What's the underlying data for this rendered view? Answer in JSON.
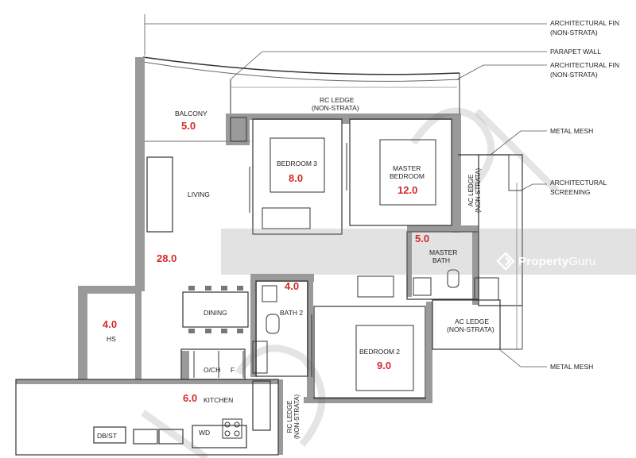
{
  "rooms": {
    "balcony": {
      "label": "BALCONY",
      "area": "5.0"
    },
    "bedroom3": {
      "label": "BEDROOM 3",
      "area": "8.0"
    },
    "master_bedroom": {
      "label1": "MASTER",
      "label2": "BEDROOM",
      "area": "12.0"
    },
    "living": {
      "label": "LIVING"
    },
    "living_dining_area": "28.0",
    "master_bath": {
      "label1": "MASTER",
      "label2": "BATH",
      "area": "5.0"
    },
    "dining": {
      "label": "DINING"
    },
    "bath2": {
      "label": "BATH 2",
      "area": "4.0"
    },
    "hs": {
      "label": "HS",
      "area": "4.0"
    },
    "bedroom2": {
      "label": "BEDROOM 2",
      "area": "9.0"
    },
    "kitchen": {
      "label": "KITCHEN",
      "area": "6.0"
    },
    "och": "O/CH",
    "fridge": "F",
    "wd": "WD",
    "dbst": "DB/ST"
  },
  "ledges": {
    "rc_ledge_top": {
      "line1": "RC LEDGE",
      "line2": "(NON-STRATA)"
    },
    "ac_ledge_right": {
      "line1": "AC LEDGE",
      "line2": "(NON-STRATA)"
    },
    "ac_ledge_vertical": {
      "line1": "AC LEDGE",
      "line2": "(NON-STRATA)"
    },
    "rc_ledge_bottom": {
      "line1": "RC LEDGE",
      "line2": "(NON-STRATA)"
    }
  },
  "callouts": {
    "fin1": {
      "line1": "ARCHITECTURAL FIN",
      "line2": "(NON-STRATA)"
    },
    "parapet": "PARAPET WALL",
    "fin2": {
      "line1": "ARCHITECTURAL FIN",
      "line2": "(NON-STRATA)"
    },
    "mesh1": "METAL MESH",
    "screening": {
      "line1": "ARCHITECTURAL",
      "line2": "SCREENING"
    },
    "mesh2": "METAL MESH"
  },
  "watermark": {
    "brand_bold": "Property",
    "brand_rest": "Guru"
  },
  "colors": {
    "wall": "#9a9a9a",
    "area_text": "#d42a2a",
    "watermark_band": "#969696"
  }
}
